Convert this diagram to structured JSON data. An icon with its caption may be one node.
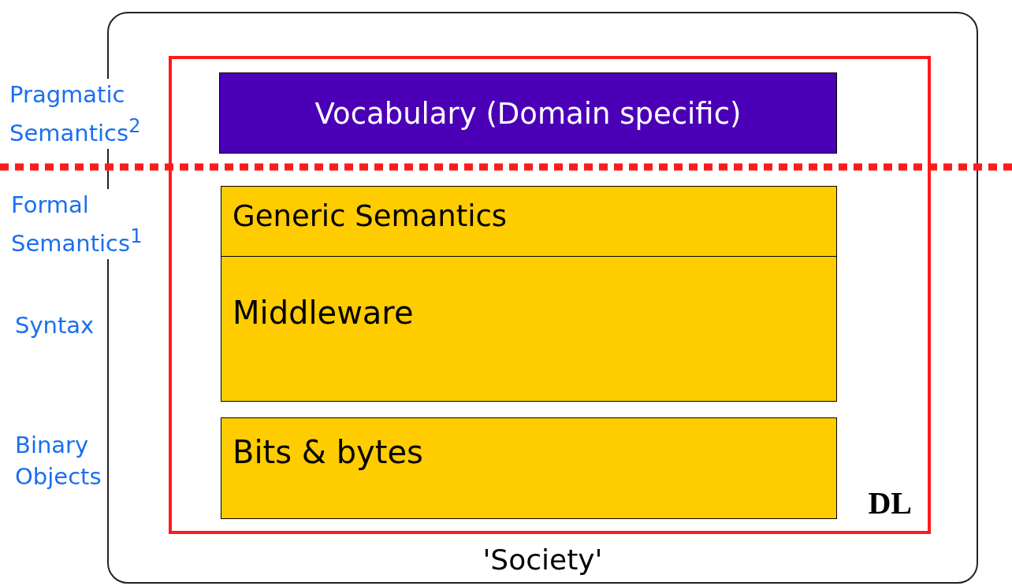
{
  "diagram": {
    "nodes": [
      {
        "text": [
          "'Society'"
        ]
      },
      {
        "text": [
          "DL"
        ],
        "in": 0
      },
      {
        "text": [
          "Vocabulary (Domain specific)"
        ],
        "in": 1
      },
      {
        "text": [
          "Generic Semantics"
        ],
        "in": 1
      },
      {
        "text": [
          "Middleware"
        ],
        "in": 1
      },
      {
        "text": [
          "Bits & bytes"
        ],
        "in": 1
      }
    ],
    "edges": [],
    "labels": [
      "Pragmatic Semantics$^{2}$",
      "Formal Semantics$^{1}$",
      "Syntax",
      "Binary Objects"
    ]
  }
}
